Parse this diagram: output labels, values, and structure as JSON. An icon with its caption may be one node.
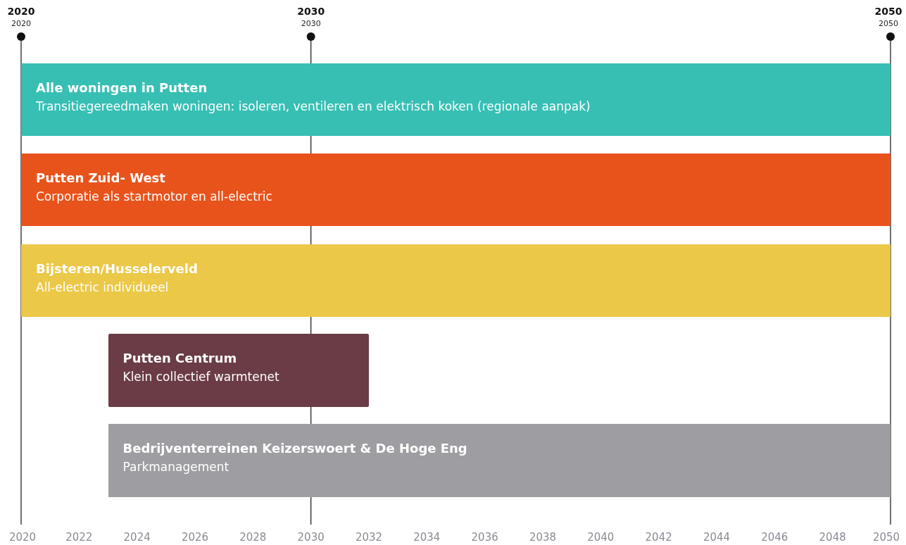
{
  "diagram": {
    "nodes": [
      {
        "text": [
          "Alle woningen in Putten",
          "Transitiegereedmaken woningen: isoleren, ventileren en elektrisch koken (regionale aanpak)"
        ]
      },
      {
        "text": [
          "Putten Zuid- West",
          "Corporatie als startmotor en all-electric"
        ]
      },
      {
        "text": [
          "Bijsteren/Husselerveld",
          "All-electric individueel"
        ]
      },
      {
        "text": [
          "Putten Centrum",
          "Klein collectief warmtenet"
        ]
      },
      {
        "text": [
          "Bedrijventerreinen Keizerswoert & De Hoge Eng",
          "Parkmanagement"
        ]
      }
    ],
    "edges": [],
    "labels": [
      "2020",
      "2020",
      "2030",
      "2030",
      "2050",
      "2050",
      "2020",
      "2022",
      "2024",
      "2026",
      "2028",
      "2030",
      "2032",
      "2034",
      "2036",
      "2038",
      "2040",
      "2042",
      "2044",
      "2046",
      "2048",
      "2050"
    ]
  }
}
